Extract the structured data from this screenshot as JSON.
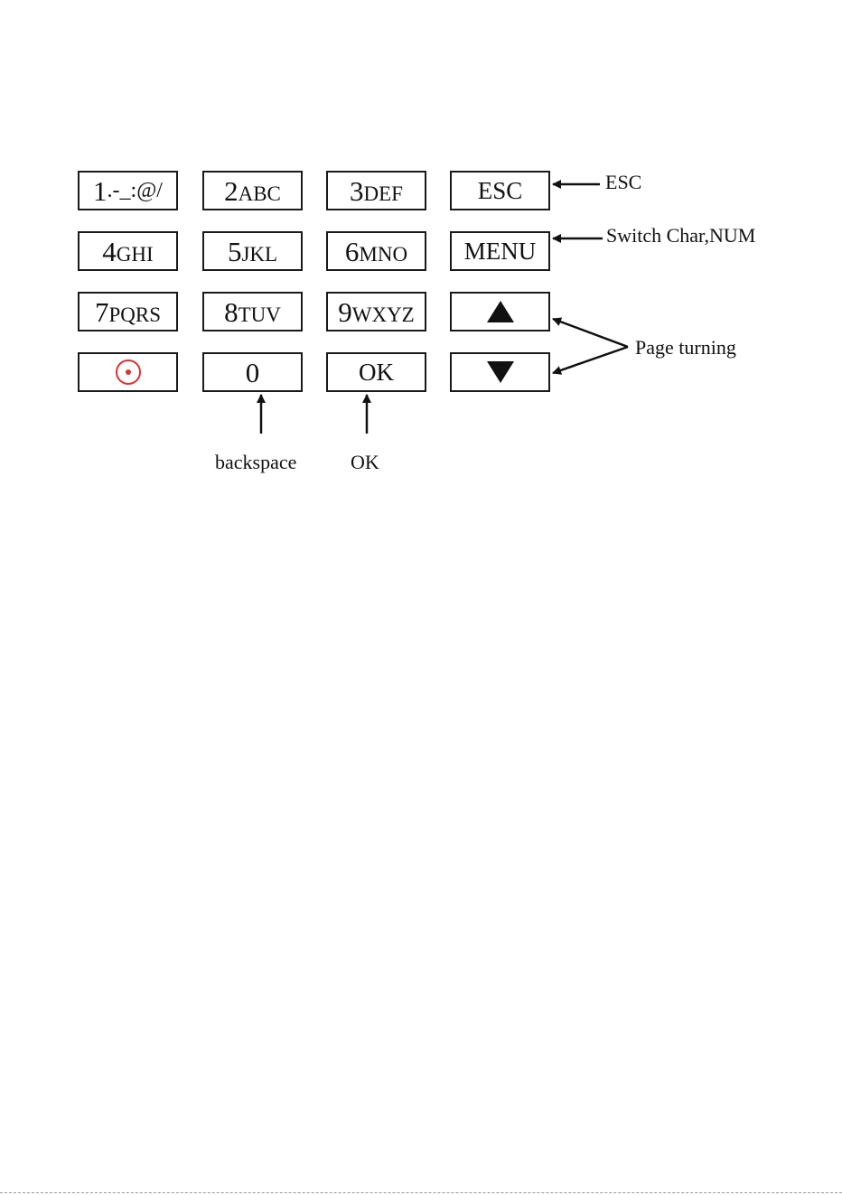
{
  "keypad": {
    "keys": [
      {
        "id": "key-1",
        "num": "1",
        "sub": ".-_:@/"
      },
      {
        "id": "key-2",
        "num": "2",
        "sub": "ABC"
      },
      {
        "id": "key-3",
        "num": "3",
        "sub": "DEF"
      },
      {
        "id": "key-esc",
        "word": "ESC"
      },
      {
        "id": "key-4",
        "num": "4",
        "sub": "GHI"
      },
      {
        "id": "key-5",
        "num": "5",
        "sub": "JKL"
      },
      {
        "id": "key-6",
        "num": "6",
        "sub": "MNO"
      },
      {
        "id": "key-menu",
        "word": "MENU"
      },
      {
        "id": "key-7",
        "num": "7",
        "sub": "PQRS"
      },
      {
        "id": "key-8",
        "num": "8",
        "sub": "TUV"
      },
      {
        "id": "key-9",
        "num": "9",
        "sub": "WXYZ"
      },
      {
        "id": "key-up",
        "icon": "triangle-up-icon"
      },
      {
        "id": "key-power",
        "icon": "circle-dot-icon"
      },
      {
        "id": "key-0",
        "num": "0"
      },
      {
        "id": "key-ok",
        "word": "OK"
      },
      {
        "id": "key-down",
        "icon": "triangle-down-icon"
      }
    ]
  },
  "annotations": {
    "esc": "ESC",
    "switch": "Switch Char,NUM",
    "page": "Page turning",
    "backspace": "backspace",
    "ok": "OK"
  },
  "colors": {
    "power_key_icon": "#e03030",
    "stroke": "#1a1a1a"
  }
}
